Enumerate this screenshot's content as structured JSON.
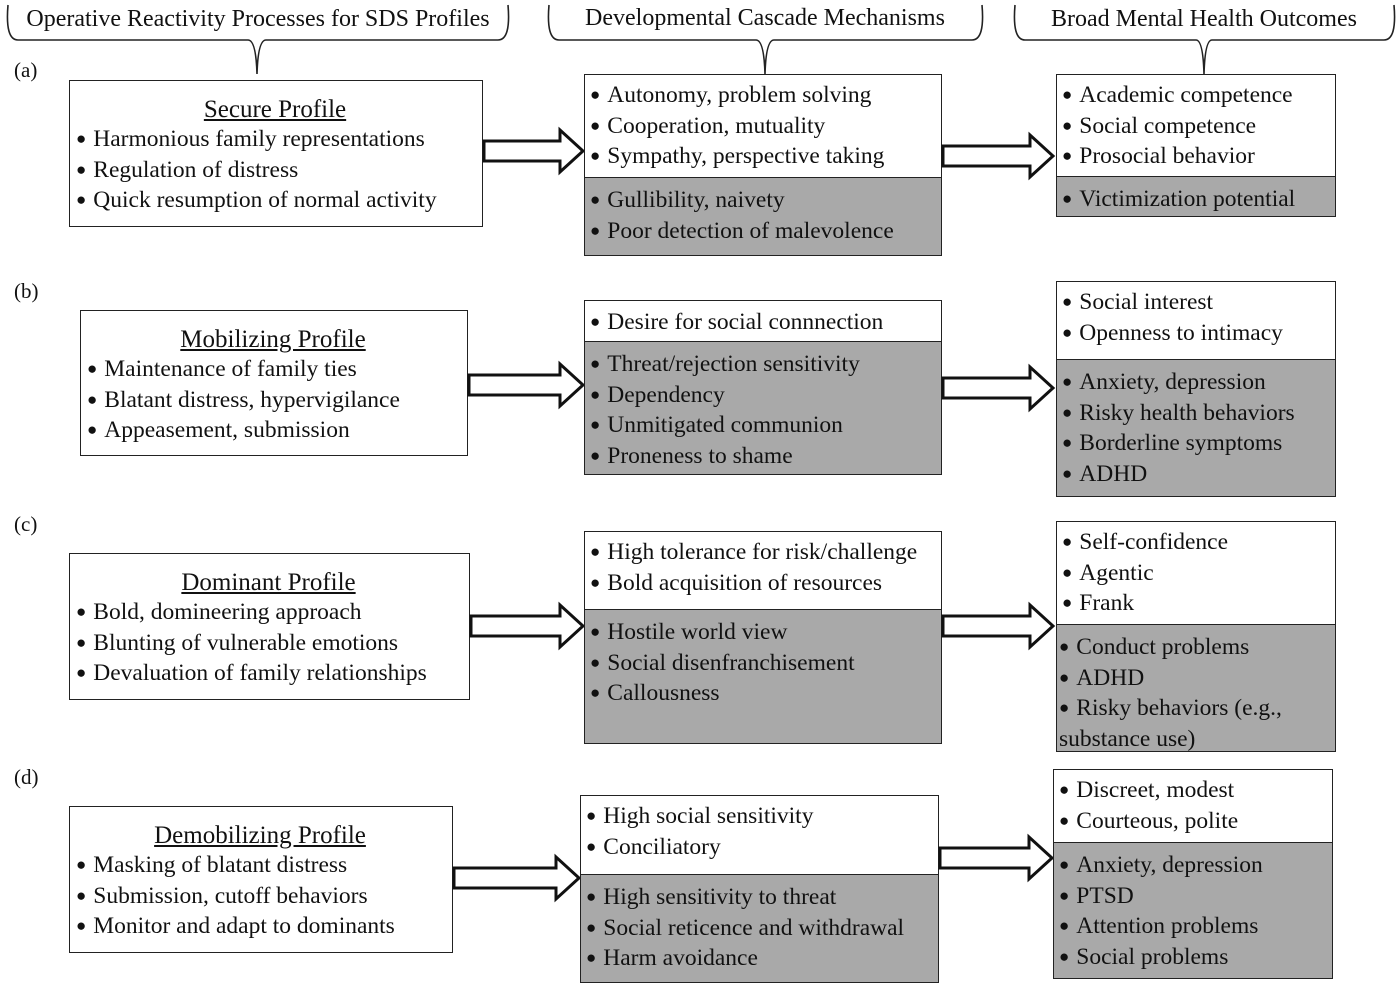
{
  "headers": {
    "col1": "Operative Reactivity Processes for SDS Profiles",
    "col2": "Developmental Cascade Mechanisms",
    "col3": "Broad Mental Health Outcomes"
  },
  "rows": {
    "a": {
      "label": "(a)",
      "profile_title": "Secure Profile",
      "profile_items": [
        "Harmonious family representations",
        "Regulation of distress",
        "Quick resumption of normal activity"
      ],
      "mech_pos": [
        "Autonomy, problem solving",
        "Cooperation, mutuality",
        "Sympathy, perspective taking"
      ],
      "mech_neg": [
        "Gullibility, naivety",
        "Poor detection of malevolence"
      ],
      "out_pos": [
        "Academic competence",
        "Social competence",
        "Prosocial behavior"
      ],
      "out_neg": [
        "Victimization potential"
      ]
    },
    "b": {
      "label": "(b)",
      "profile_title": "Mobilizing Profile",
      "profile_items": [
        "Maintenance of family ties",
        "Blatant distress, hypervigilance",
        "Appeasement, submission"
      ],
      "mech_pos": [
        "Desire for social connnection"
      ],
      "mech_neg": [
        "Threat/rejection sensitivity",
        "Dependency",
        "Unmitigated communion",
        "Proneness to shame"
      ],
      "out_pos": [
        "Social interest",
        "Openness to intimacy"
      ],
      "out_neg": [
        "Anxiety, depression",
        "Risky health behaviors",
        "Borderline symptoms",
        "ADHD"
      ]
    },
    "c": {
      "label": "(c)",
      "profile_title": "Dominant Profile",
      "profile_items": [
        "Bold, domineering approach",
        "Blunting of vulnerable emotions",
        "Devaluation of family relationships"
      ],
      "mech_pos": [
        "High tolerance for risk/challenge",
        "Bold acquisition of resources"
      ],
      "mech_neg": [
        "Hostile world view",
        "Social disenfranchisement",
        "Callousness"
      ],
      "out_pos": [
        "Self-confidence",
        "Agentic",
        "Frank"
      ],
      "out_neg": [
        "Conduct problems",
        "ADHD",
        "Risky behaviors (e.g., substance use)"
      ]
    },
    "d": {
      "label": "(d)",
      "profile_title": "Demobilizing Profile",
      "profile_items": [
        "Masking of blatant distress",
        "Submission, cutoff behaviors",
        "Monitor and adapt to dominants"
      ],
      "mech_pos": [
        "High social sensitivity",
        "Conciliatory"
      ],
      "mech_neg": [
        "High sensitivity to threat",
        "Social reticence and withdrawal",
        "Harm avoidance"
      ],
      "out_pos": [
        "Discreet, modest",
        "Courteous, polite"
      ],
      "out_neg": [
        "Anxiety, depression",
        "PTSD",
        "Attention problems",
        "Social problems"
      ]
    }
  }
}
